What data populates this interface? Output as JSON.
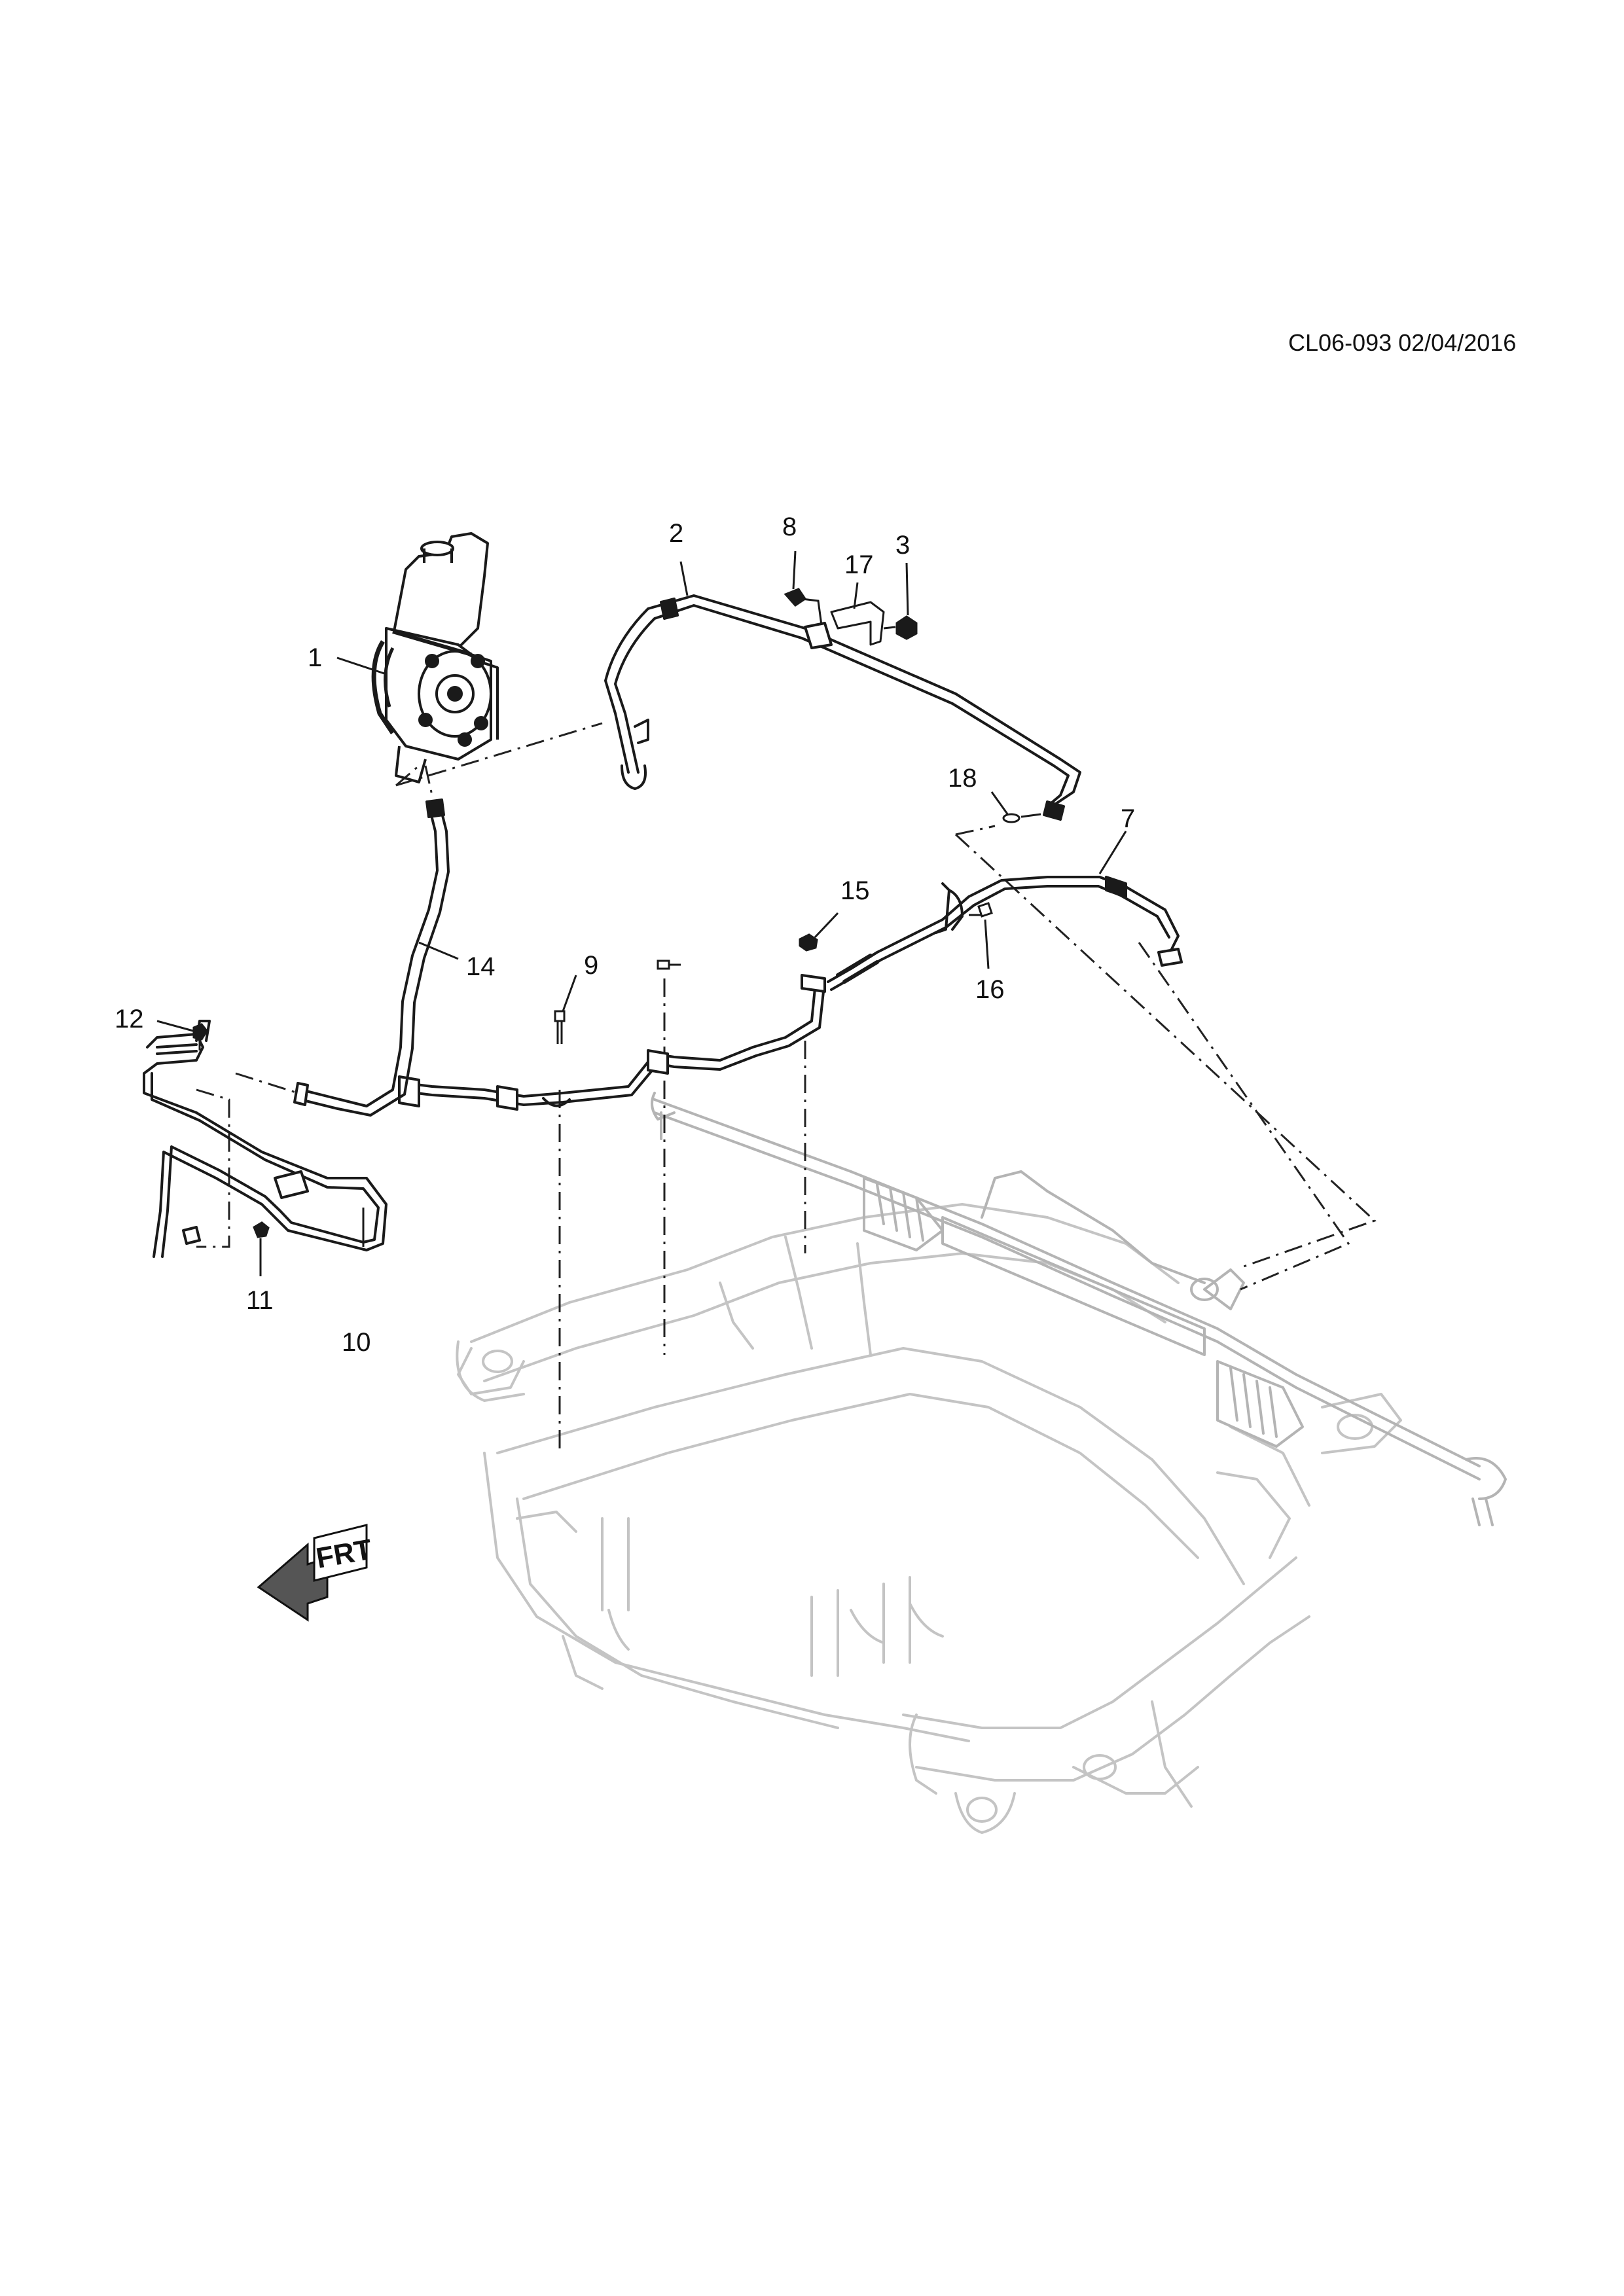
{
  "document_id": "CL06-093 02/04/2016",
  "callouts": [
    "1",
    "2",
    "3",
    "7",
    "8",
    "9",
    "10",
    "11",
    "12",
    "14",
    "15",
    "16",
    "17",
    "18"
  ],
  "front_indicator": {
    "text": "FRT",
    "icon": "front-arrow-icon"
  },
  "colors": {
    "line": "#1a1a1a",
    "ghost": "#bdbdbd",
    "leader": "#222222"
  }
}
